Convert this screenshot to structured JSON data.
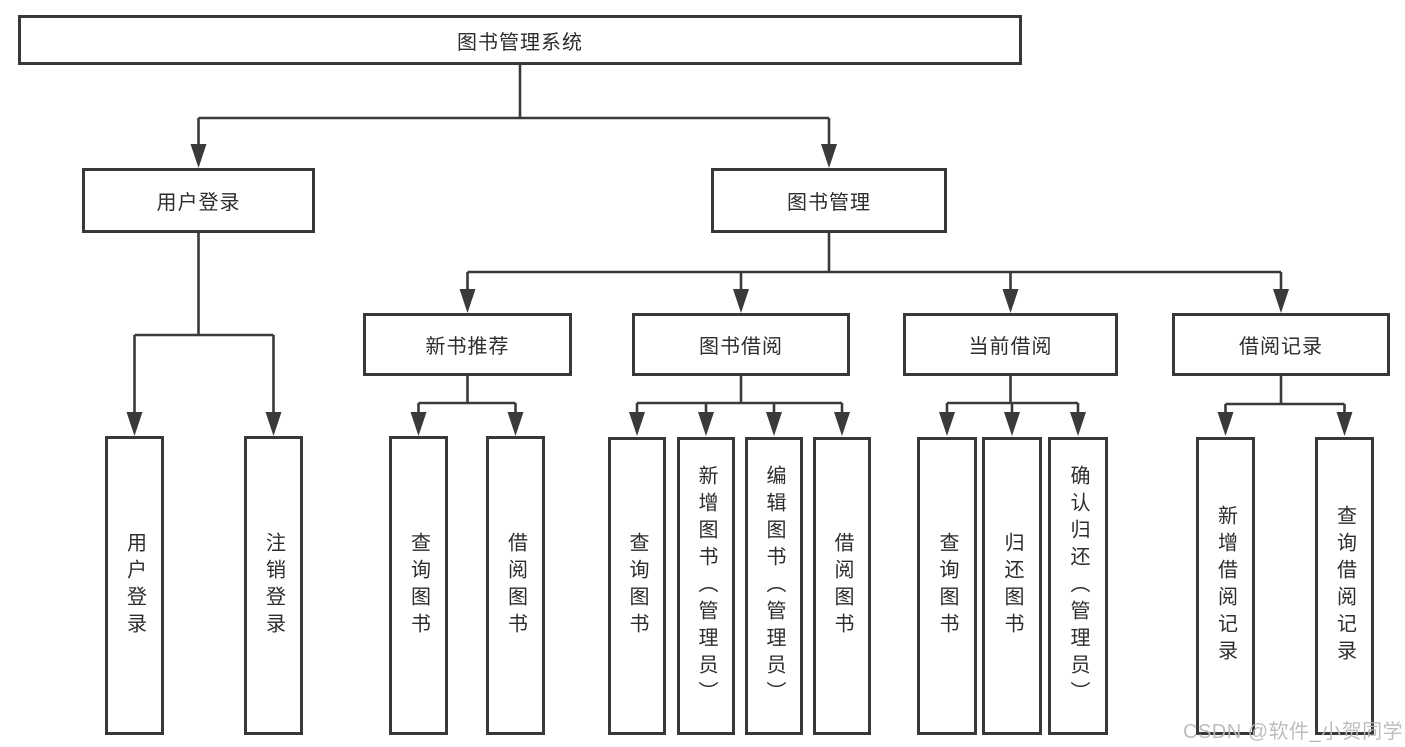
{
  "diagram": {
    "watermark": "CSDN @软件_小贺同学",
    "colors": {
      "line": "#3a3a3a",
      "border": "#383838",
      "text": "#2d2d2d",
      "background": "#ffffff",
      "watermark": "#b7babe"
    },
    "nodes": {
      "root": {
        "label": "图书管理系统"
      },
      "user_login": {
        "label": "用户登录"
      },
      "book_management": {
        "label": "图书管理"
      },
      "ul_login": {
        "label": "用户登录"
      },
      "ul_logout": {
        "label": "注销登录"
      },
      "new_book_recommend": {
        "label": "新书推荐"
      },
      "book_borrowing": {
        "label": "图书借阅"
      },
      "current_borrowing": {
        "label": "当前借阅"
      },
      "borrowing_records": {
        "label": "借阅记录"
      },
      "nbr_query_books": {
        "label": "查询图书"
      },
      "nbr_borrow_books": {
        "label": "借阅图书"
      },
      "bb_query_books": {
        "label": "查询图书"
      },
      "bb_add_books": {
        "label": "新增图书（管理员）"
      },
      "bb_edit_books": {
        "label": "编辑图书（管理员）"
      },
      "bb_borrow_books": {
        "label": "借阅图书"
      },
      "cb_query_books": {
        "label": "查询图书"
      },
      "cb_return_books": {
        "label": "归还图书"
      },
      "cb_confirm_return": {
        "label": "确认归还（管理员）"
      },
      "br_add_record": {
        "label": "新增借阅记录"
      },
      "br_query_record": {
        "label": "查询借阅记录"
      }
    },
    "hierarchy": {
      "图书管理系统": [
        "用户登录",
        "图书管理"
      ],
      "用户登录": [
        "用户登录",
        "注销登录"
      ],
      "图书管理": [
        "新书推荐",
        "图书借阅",
        "当前借阅",
        "借阅记录"
      ],
      "新书推荐": [
        "查询图书",
        "借阅图书"
      ],
      "图书借阅": [
        "查询图书",
        "新增图书（管理员）",
        "编辑图书（管理员）",
        "借阅图书"
      ],
      "当前借阅": [
        "查询图书",
        "归还图书",
        "确认归还（管理员）"
      ],
      "借阅记录": [
        "新增借阅记录",
        "查询借阅记录"
      ]
    }
  }
}
